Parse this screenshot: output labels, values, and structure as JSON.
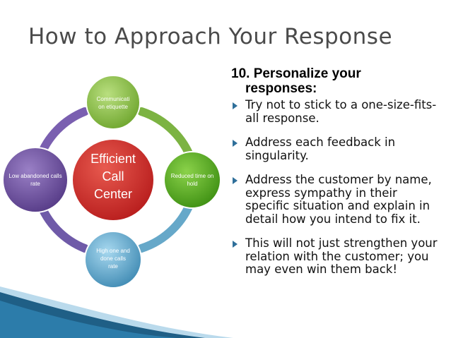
{
  "slide": {
    "title": "How to Approach Your Response"
  },
  "diagram": {
    "center": [
      "Efficient",
      "Call",
      "Center"
    ],
    "nodes": {
      "top": [
        "Communicati",
        "on etiquette"
      ],
      "right": [
        "Reduced time on",
        "hold"
      ],
      "bottom": [
        "High one and",
        "done calls",
        "rate"
      ],
      "left": [
        "Low abandoned calls",
        "rate"
      ]
    },
    "colors": {
      "center": "#c62828",
      "top": "#8bc34a",
      "right": "#4caf1a",
      "bottom": "#5fa9cf",
      "left": "#6b4c9a",
      "ring_top_right": "#7cb342",
      "ring_right_bottom": "#66a8c9",
      "ring_bottom_left": "#6f5aa8",
      "ring_left_top": "#7a5fb0"
    }
  },
  "content": {
    "heading_line1": "10. Personalize your",
    "heading_line2": "responses:",
    "bullets": [
      "Try not to stick to a one-size-fits-all response.",
      "Address each feedback in singularity.",
      "Address the customer by name, express sympathy in their specific situation and explain in detail how you intend to fix it.",
      "This will not just strengthen your relation with the customer; you may even win them back!"
    ]
  },
  "theme": {
    "bullet_color": "#2f6f9a",
    "wave_dark": "#1f5f86",
    "wave_light": "#8cc2e0"
  }
}
